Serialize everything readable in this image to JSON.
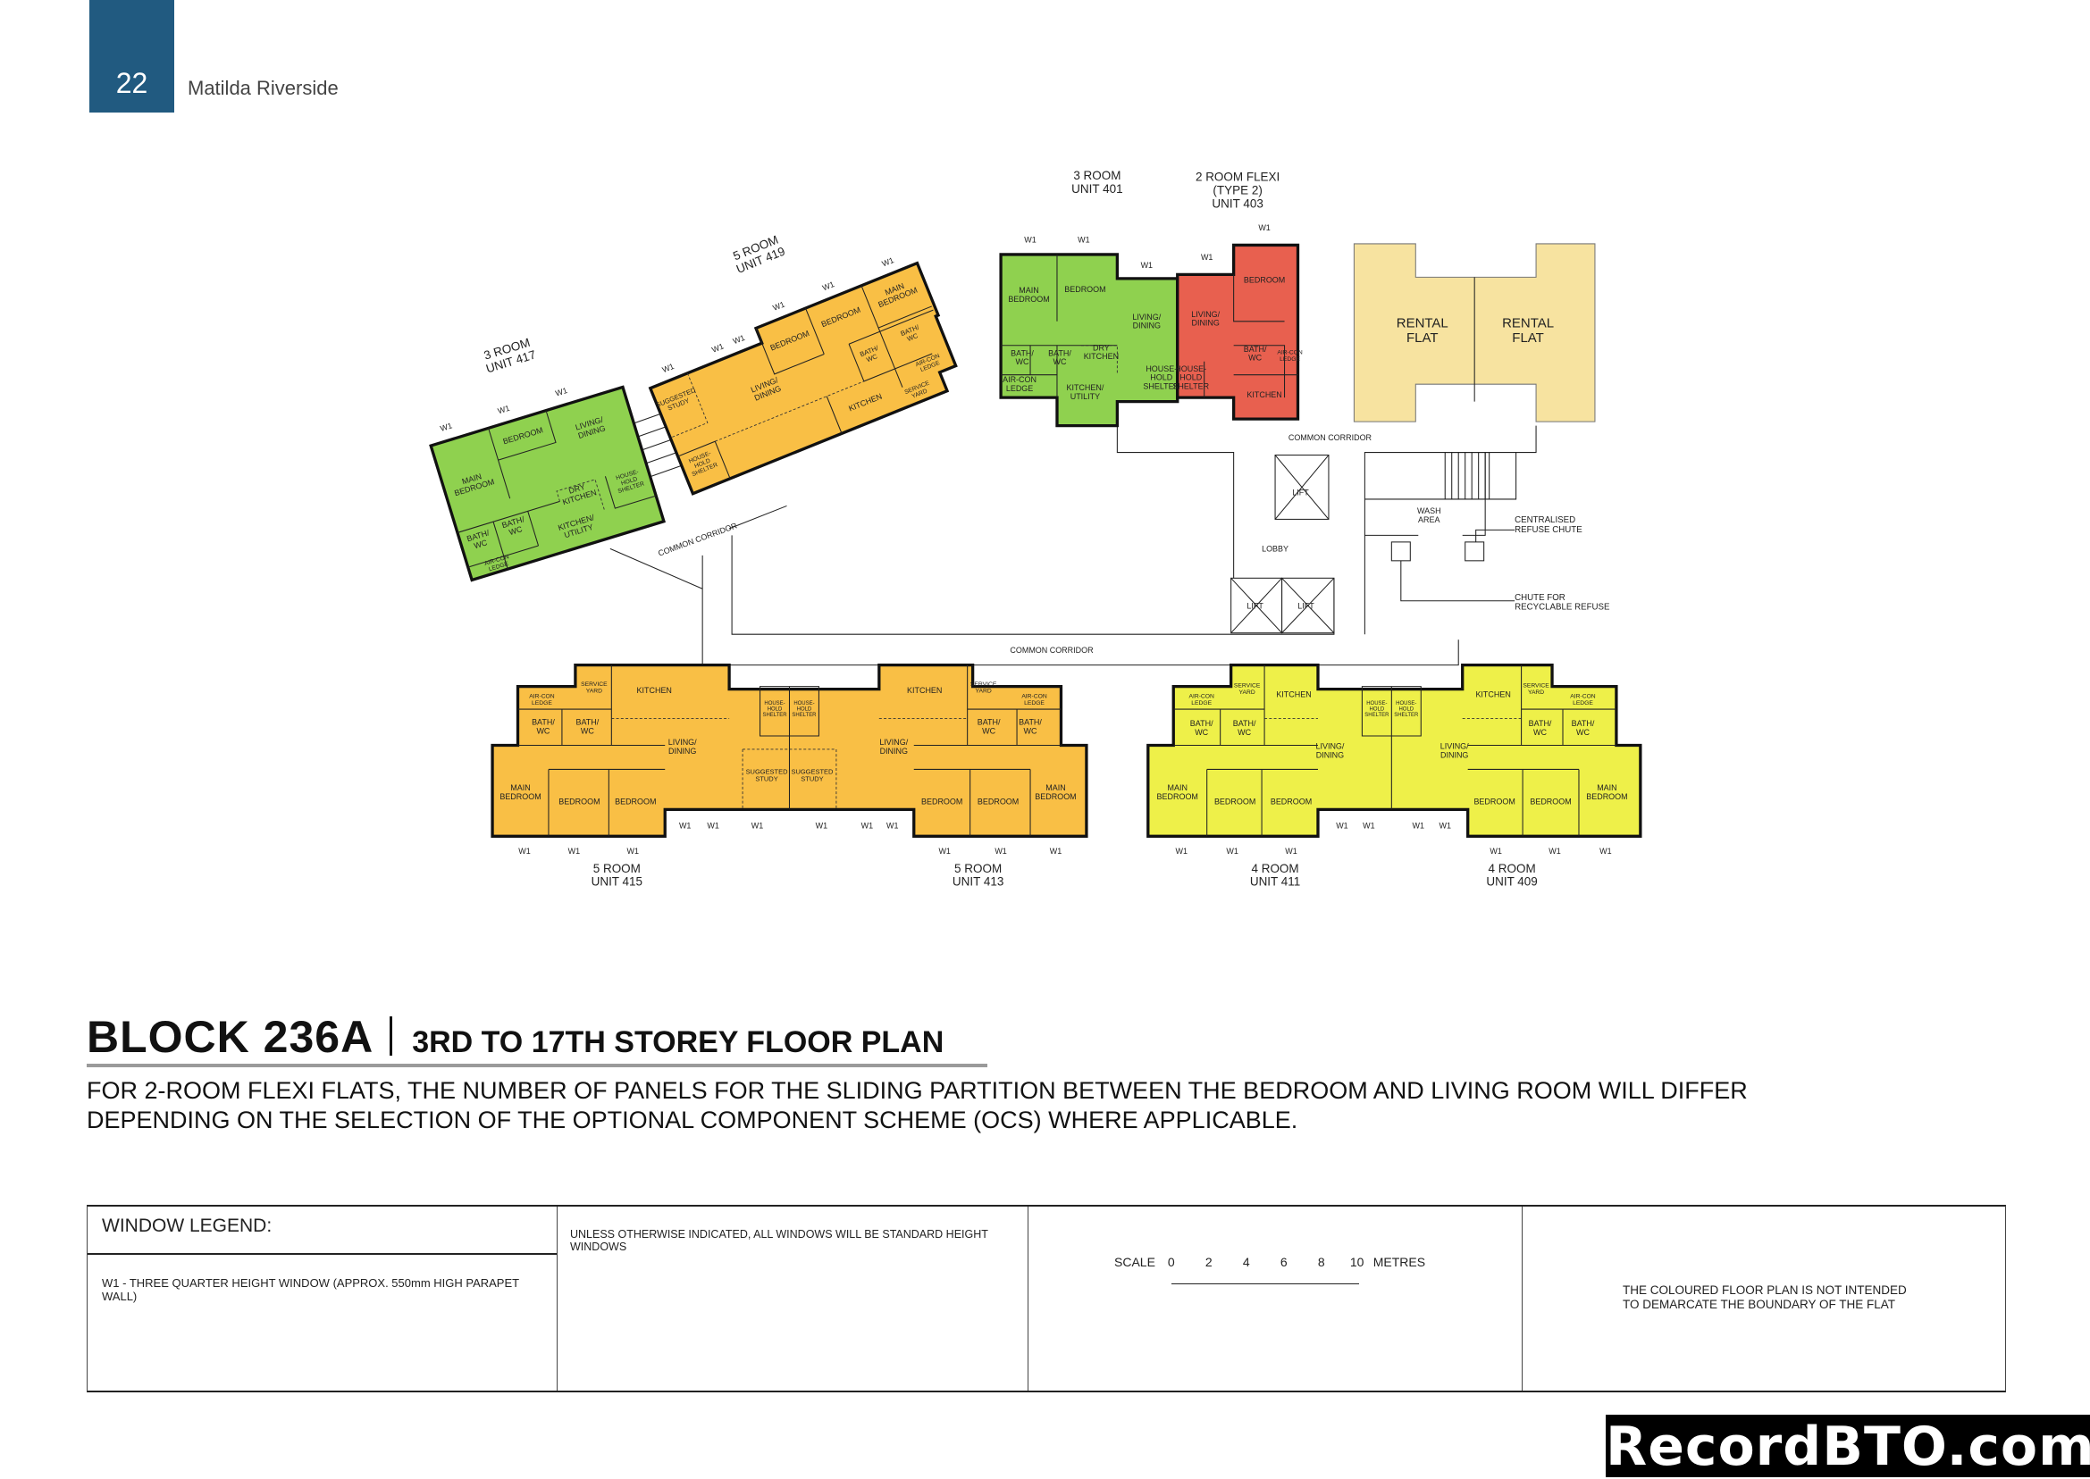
{
  "header": {
    "page_number": "22",
    "title": "Matilda Riverside"
  },
  "colors": {
    "brand_blue": "#215a80",
    "three_room": "#8fd14f",
    "five_room": "#f9bf45",
    "two_room_flexi": "#e8604f",
    "four_room": "#eef049",
    "rental": "#f7e3a0"
  },
  "units": {
    "u401": [
      "3 ROOM",
      "UNIT 401"
    ],
    "u403": [
      "2 ROOM FLEXI",
      "(TYPE 2)",
      "UNIT 403"
    ],
    "u417": [
      "3 ROOM",
      "UNIT 417"
    ],
    "u419": [
      "5 ROOM",
      "UNIT 419"
    ],
    "u415": [
      "5 ROOM",
      "UNIT 415"
    ],
    "u413": [
      "5 ROOM",
      "UNIT 413"
    ],
    "u411": [
      "4 ROOM",
      "UNIT 411"
    ],
    "u409": [
      "4 ROOM",
      "UNIT 409"
    ]
  },
  "labels": {
    "main_bedroom": [
      "MAIN",
      "BEDROOM"
    ],
    "bedroom": "BEDROOM",
    "living_dining": [
      "LIVING/",
      "DINING"
    ],
    "bath_wc": [
      "BATH/",
      "WC"
    ],
    "kitchen": "KITCHEN",
    "kitchen_utility": [
      "KITCHEN/",
      "UTILITY"
    ],
    "dry_kitchen": [
      "DRY",
      "KITCHEN"
    ],
    "aircon_ledge": [
      "AIR-CON",
      "LEDGE"
    ],
    "service_yard": [
      "SERVICE",
      "YARD"
    ],
    "household_shelter": [
      "HOUSE-",
      "HOLD",
      "SHELTER"
    ],
    "suggested_study": [
      "SUGGESTED",
      "STUDY"
    ],
    "window": "W1",
    "rental_flat": [
      "RENTAL",
      "FLAT"
    ],
    "common_corridor": "COMMON CORRIDOR",
    "lift": "LIFT",
    "lobby": "LOBBY",
    "wash_area": [
      "WASH",
      "AREA"
    ],
    "centralised_refuse_chute": [
      "CENTRALISED",
      "REFUSE CHUTE"
    ],
    "chute_recyclable": [
      "CHUTE FOR",
      "RECYCLABLE REFUSE"
    ]
  },
  "title": {
    "block": "BLOCK  236A",
    "storey": "3RD TO 17TH STOREY FLOOR PLAN"
  },
  "note": "FOR 2-ROOM FLEXI FLATS, THE NUMBER OF PANELS FOR THE SLIDING PARTITION BETWEEN THE BEDROOM AND LIVING ROOM WILL DIFFER DEPENDING ON THE SELECTION OF THE OPTIONAL COMPONENT SCHEME (OCS) WHERE APPLICABLE.",
  "legend": {
    "window_legend_title": "WINDOW LEGEND:",
    "w1_description": "W1 -  THREE QUARTER HEIGHT WINDOW (APPROX. 550mm HIGH PARAPET WALL)",
    "standard_note": "UNLESS OTHERWISE INDICATED,  ALL WINDOWS WILL BE STANDARD HEIGHT WINDOWS",
    "scale_label": "SCALE",
    "scale_ticks": [
      "0",
      "2",
      "4",
      "6",
      "8",
      "10"
    ],
    "scale_unit": "METRES",
    "coloured_note": [
      "THE COLOURED FLOOR PLAN IS NOT INTENDED",
      "TO DEMARCATE THE BOUNDARY OF THE FLAT"
    ]
  },
  "watermark": "RecordBTO.com"
}
